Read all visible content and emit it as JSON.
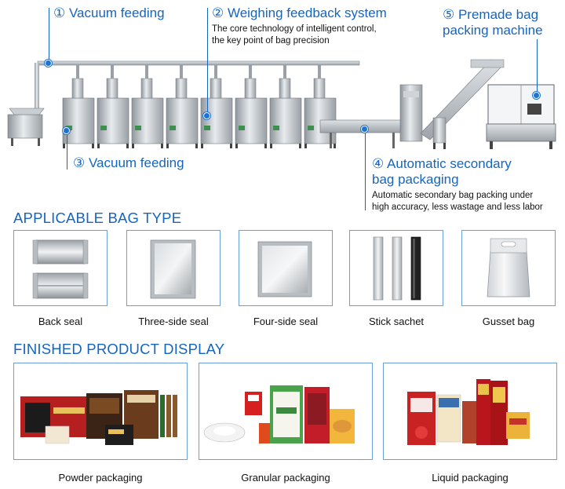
{
  "callouts": {
    "c1": {
      "title": "① Vacuum feeding"
    },
    "c2": {
      "title": "② Weighing feedback system",
      "desc_line1": "The core technology of intelligent control,",
      "desc_line2": "the key point of bag precision"
    },
    "c3": {
      "title": "③ Vacuum feeding"
    },
    "c4": {
      "title_line1": "④ Automatic secondary",
      "title_line2": "bag packaging",
      "desc_line1": "Automatic secondary bag packing under",
      "desc_line2": "high accuracy, less wastage and less labor"
    },
    "c5": {
      "title_line1": "⑤ Premade bag",
      "title_line2": "packing machine"
    }
  },
  "bag_section": {
    "title": "APPLICABLE BAG TYPE",
    "items": [
      {
        "label": "Back seal"
      },
      {
        "label": "Three-side seal"
      },
      {
        "label": "Four-side seal"
      },
      {
        "label": "Stick sachet"
      },
      {
        "label": "Gusset bag"
      }
    ]
  },
  "product_section": {
    "title": "FINISHED PRODUCT DISPLAY",
    "items": [
      {
        "label": "Powder packaging"
      },
      {
        "label": "Granular packaging"
      },
      {
        "label": "Liquid packaging"
      }
    ]
  },
  "colors": {
    "accent": "#1565c0",
    "card_border": "#6a9fd8"
  }
}
